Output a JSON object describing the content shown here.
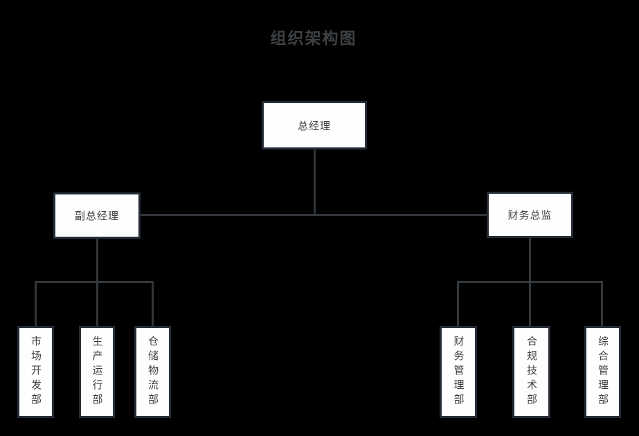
{
  "title": "组织架构图",
  "colors": {
    "background": "#000000",
    "node_fill": "#fefefe",
    "node_border": "#262d36",
    "connector": "#32373c",
    "text": "#3d4043"
  },
  "tree": {
    "label": "总经理",
    "children": [
      {
        "label": "副总经理",
        "children": [
          {
            "label": "市场开发部"
          },
          {
            "label": "生产运行部"
          },
          {
            "label": "仓储物流部"
          }
        ]
      },
      {
        "label": "财务总监",
        "children": [
          {
            "label": "财务管理部"
          },
          {
            "label": "合规技术部"
          },
          {
            "label": "综合管理部"
          }
        ]
      }
    ]
  }
}
